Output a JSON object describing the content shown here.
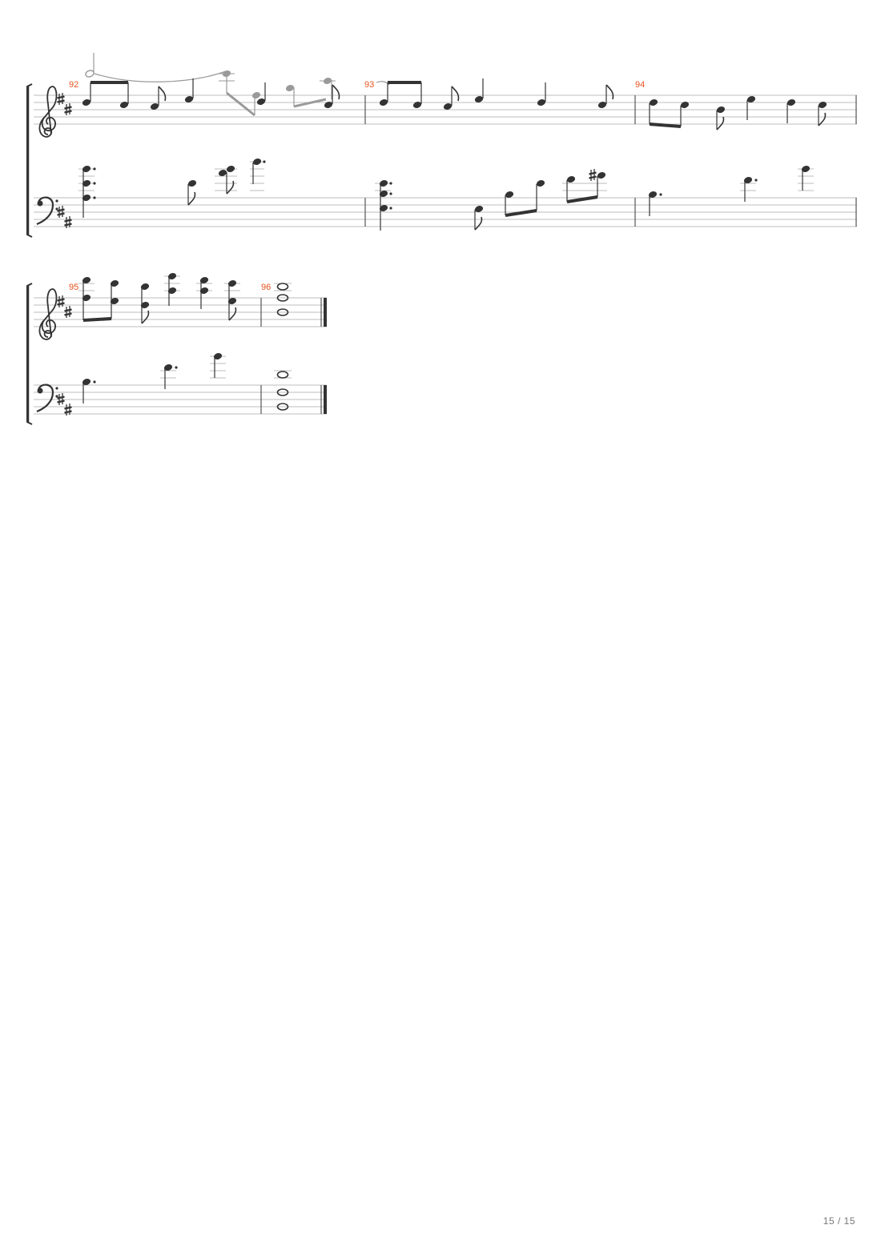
{
  "document": {
    "type": "sheet-music",
    "key_signature": "D major (2 sharps)",
    "staves": [
      "treble",
      "bass"
    ],
    "systems": [
      {
        "measures": [
          "92",
          "93",
          "94"
        ]
      },
      {
        "measures": [
          "95",
          "96"
        ]
      }
    ],
    "colors": {
      "measure_number": "#e8531f",
      "ink": "#333333",
      "ghost": "#9a9a9a",
      "staff_line": "#bdbdbd"
    }
  },
  "footer": {
    "page_indicator": "15 / 15"
  }
}
